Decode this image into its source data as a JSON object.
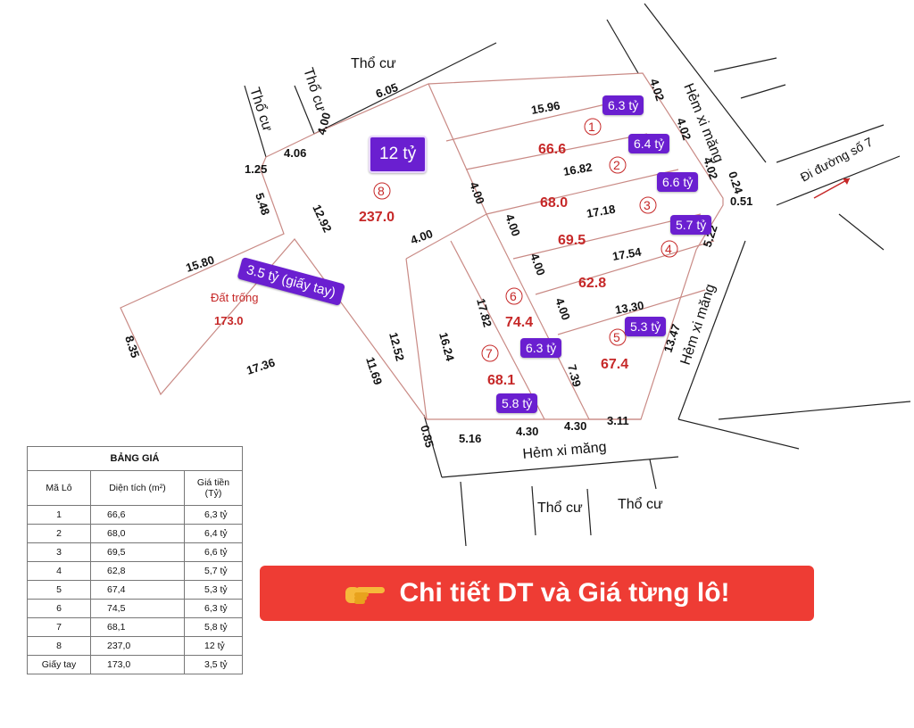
{
  "roads": {
    "tho_cu_top": "Thổ cư",
    "tho_cu_left1": "Thổ cư",
    "tho_cu_left2": "Thổ cư",
    "tho_cu_bottom1": "Thổ cư",
    "tho_cu_bottom2": "Thổ cư",
    "hem_right_top": "Hẻm xi măng",
    "hem_right_mid": "Hẻm xi măng",
    "hem_bottom": "Hẻm xi măng",
    "di_duong": "Đi đường số 7"
  },
  "dimensions": {
    "d606": "6.05",
    "d406": "4.06",
    "d400a": "4.00",
    "d125": "1.25",
    "d548": "5.48",
    "d1580": "15.80",
    "d835": "8.35",
    "d1736": "17.36",
    "d1292": "12.92",
    "d1252": "12.52",
    "d1169": "11.69",
    "d085": "0.85",
    "d516": "5.16",
    "d430a": "4.30",
    "d430b": "4.30",
    "d311": "3.11",
    "d1596": "15.96",
    "d402a": "4.02",
    "d402b": "4.02",
    "d402c": "4.02",
    "d024": "0.24",
    "d051": "0.51",
    "d1682": "16.82",
    "d1718": "17.18",
    "d1754": "17.54",
    "d1330": "13.30",
    "d1347": "13.47",
    "d522": "5.22",
    "d400b": "4.00",
    "d400c": "4.00",
    "d400d": "4.00",
    "d400e": "4.00",
    "d400f": "4.00",
    "d1782": "17.82",
    "d1624": "16.24",
    "d739": "7.39"
  },
  "lots": {
    "l1": {
      "no": "1",
      "area": "66.6",
      "price": "6.3 tỷ"
    },
    "l2": {
      "no": "2",
      "area": "68.0",
      "price": "6.4 tỷ"
    },
    "l3": {
      "no": "3",
      "area": "69.5",
      "price": "6.6 tỷ"
    },
    "l4": {
      "no": "4",
      "area": "62.8",
      "price": "5.7 tỷ"
    },
    "l5": {
      "no": "5",
      "area": "67.4",
      "price": "5.3 tỷ"
    },
    "l6": {
      "no": "6",
      "area": "74.4",
      "price": "6.3 tỷ"
    },
    "l7": {
      "no": "7",
      "area": "68.1",
      "price": "5.8 tỷ"
    },
    "l8": {
      "no": "8",
      "area": "237.0",
      "price": "12 tỷ"
    },
    "empty": {
      "label": "Đất trống",
      "area": "173.0",
      "price": "3.5 tỷ (giấy tay)"
    }
  },
  "price_table": {
    "title": "BẢNG GIÁ",
    "headers": [
      "Mã Lô",
      "Diện tích (m²)",
      "Giá tiền (Tỷ)"
    ],
    "rows": [
      [
        "1",
        "66,6",
        "6,3 tỷ"
      ],
      [
        "2",
        "68,0",
        "6,4 tỷ"
      ],
      [
        "3",
        "69,5",
        "6,6 tỷ"
      ],
      [
        "4",
        "62,8",
        "5,7 tỷ"
      ],
      [
        "5",
        "67,4",
        "5,3 tỷ"
      ],
      [
        "6",
        "74,5",
        "6,3 tỷ"
      ],
      [
        "7",
        "68,1",
        "5,8 tỷ"
      ],
      [
        "8",
        "237,0",
        "12 tỷ"
      ],
      [
        "Giấy tay",
        "173,0",
        "3,5 tỷ"
      ]
    ]
  },
  "banner": {
    "text": "Chi tiết DT và Giá từng lô!",
    "icon": "pointing-hand-icon"
  },
  "colors": {
    "lot_line": "#c98a85",
    "price_tag": "#6a1fd0",
    "area_text": "#c62828",
    "banner": "#ee3c34"
  }
}
